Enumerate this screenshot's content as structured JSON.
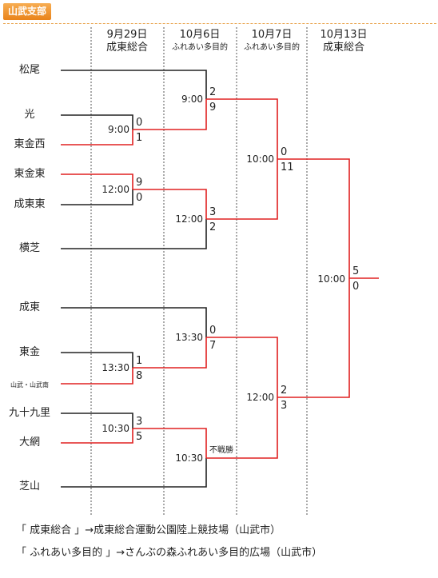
{
  "section": {
    "title": "山武支部"
  },
  "columns": [
    {
      "date": "9月29日",
      "venue": "成東総合"
    },
    {
      "date": "10月6日",
      "venue": "ふれあい多目的"
    },
    {
      "date": "10月7日",
      "venue": "ふれあい多目的"
    },
    {
      "date": "10月13日",
      "venue": "成東総合"
    }
  ],
  "teams": [
    "松尾",
    "光",
    "東金西",
    "東金東",
    "成東東",
    "横芝",
    "成東",
    "東金",
    "山武・山武南",
    "九十九里",
    "大網",
    "芝山"
  ],
  "matches": {
    "r1_a": {
      "time": "9:00",
      "top": "0",
      "bottom": "1"
    },
    "r1_b": {
      "time": "12:00",
      "top": "9",
      "bottom": "0"
    },
    "r1_c": {
      "time": "13:30",
      "top": "1",
      "bottom": "8"
    },
    "r1_d": {
      "time": "10:30",
      "top": "3",
      "bottom": "5"
    },
    "r2_a": {
      "time": "9:00",
      "top": "2",
      "bottom": "9"
    },
    "r2_b": {
      "time": "12:00",
      "top": "3",
      "bottom": "2"
    },
    "r2_c": {
      "time": "13:30",
      "top": "0",
      "bottom": "7"
    },
    "r2_d": {
      "time": "10:30",
      "note": "不戦勝"
    },
    "sf_a": {
      "time": "10:00",
      "top": "0",
      "bottom": "11"
    },
    "sf_b": {
      "time": "12:00",
      "top": "2",
      "bottom": "3"
    },
    "final": {
      "time": "10:00",
      "top": "5",
      "bottom": "0"
    }
  },
  "legend": [
    "「 成東総合 」→成東総合運動公園陸上競技場（山武市）",
    "「 ふれあい多目的 」→さんぶの森ふれあい多目的広場（山武市）"
  ],
  "colors": {
    "win": "#e02020",
    "lose": "#222222",
    "divider": "#555555",
    "tag_bg": "#ee8e27"
  }
}
